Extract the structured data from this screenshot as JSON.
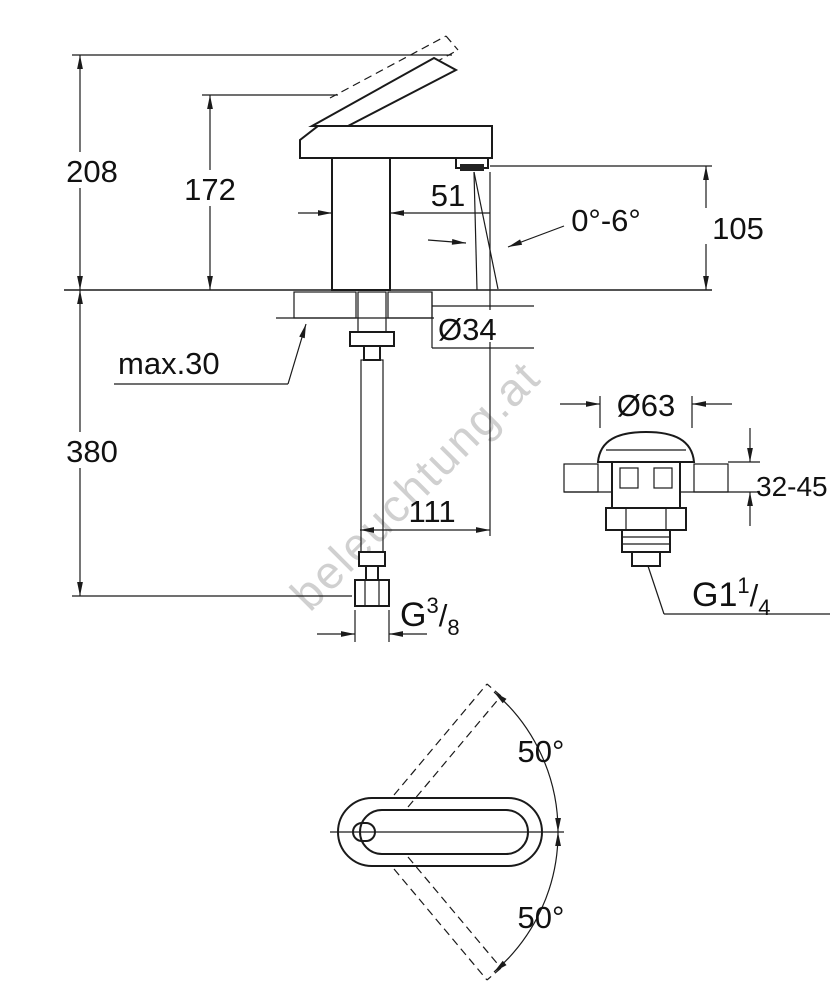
{
  "watermark": {
    "text": "beleuchtung.at",
    "color": "#c8c8c8"
  },
  "colors": {
    "line": "#1a1a1a",
    "background": "#ffffff"
  },
  "side_view": {
    "height_overall": "208",
    "height_body": "172",
    "body_depth": "51",
    "stream_angle": "0°-6°",
    "spout_height": "105",
    "max_deck": "max.30",
    "hole_diameter": "Ø34",
    "hose_length": "380",
    "hose_offset": "111",
    "thread": {
      "prefix": "G",
      "numerator": "3",
      "slash": "/",
      "denominator": "8"
    }
  },
  "waste_view": {
    "cap_diameter": "Ø63",
    "deck_range": "32-45",
    "thread": {
      "prefix": "G1",
      "numerator": "1",
      "slash": "/",
      "denominator": "4"
    }
  },
  "top_view": {
    "swing_up": "50°",
    "swing_down": "50°"
  }
}
